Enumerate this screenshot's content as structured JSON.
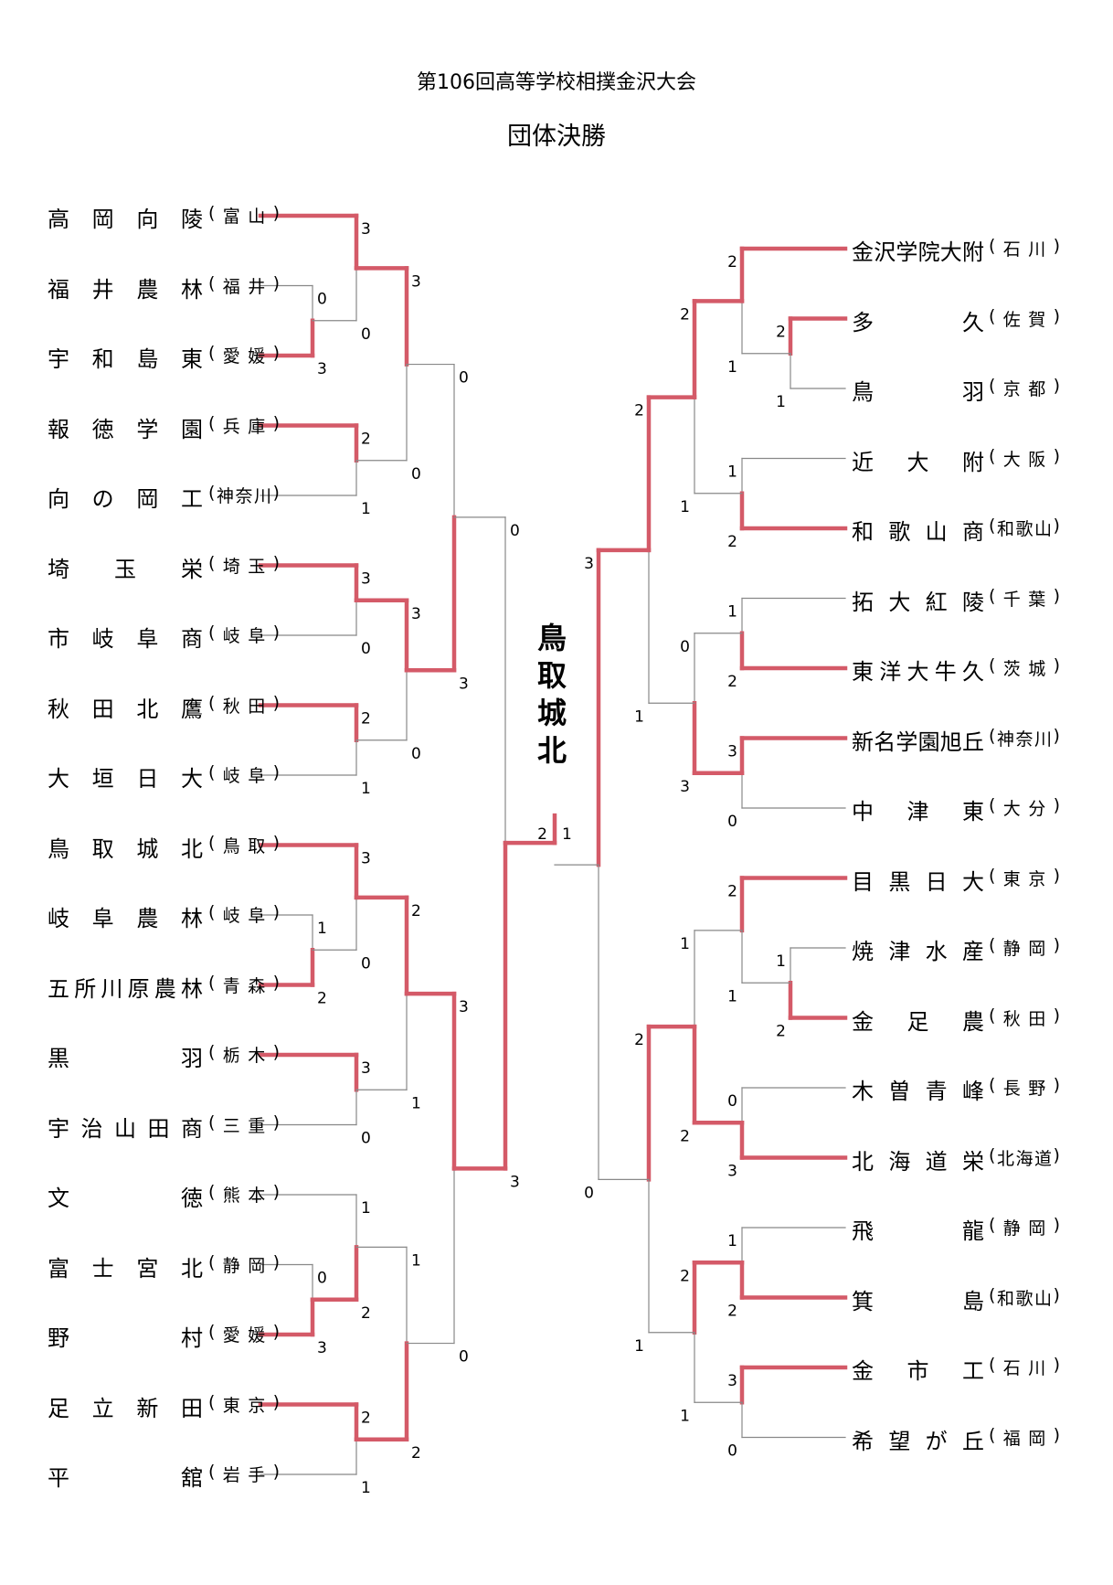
{
  "title": "第106回高等学校相撲金沢大会",
  "subtitle": "団体決勝",
  "champion": "鳥取城北",
  "colors": {
    "winner": "#d45a68",
    "loser": "#888888"
  },
  "left_entries": [
    {
      "name": "高岡向陵",
      "pref": "富山"
    },
    {
      "name": "福井農林",
      "pref": "福井"
    },
    {
      "name": "宇和島東",
      "pref": "愛媛"
    },
    {
      "name": "報徳学園",
      "pref": "兵庫"
    },
    {
      "name": "向の岡工",
      "pref": "神奈川"
    },
    {
      "name": "埼玉栄",
      "pref": "埼玉"
    },
    {
      "name": "市岐阜商",
      "pref": "岐阜"
    },
    {
      "name": "秋田北鷹",
      "pref": "秋田"
    },
    {
      "name": "大垣日大",
      "pref": "岐阜"
    },
    {
      "name": "鳥取城北",
      "pref": "鳥取"
    },
    {
      "name": "岐阜農林",
      "pref": "岐阜"
    },
    {
      "name": "五所川原農林",
      "pref": "青森"
    },
    {
      "name": "黒羽",
      "pref": "栃木"
    },
    {
      "name": "宇治山田商",
      "pref": "三重"
    },
    {
      "name": "文徳",
      "pref": "熊本"
    },
    {
      "name": "富士宮北",
      "pref": "静岡"
    },
    {
      "name": "野村",
      "pref": "愛媛"
    },
    {
      "name": "足立新田",
      "pref": "東京"
    },
    {
      "name": "平舘",
      "pref": "岩手"
    }
  ],
  "right_entries": [
    {
      "name": "金沢学院大附",
      "pref": "石川"
    },
    {
      "name": "多久",
      "pref": "佐賀"
    },
    {
      "name": "鳥羽",
      "pref": "京都"
    },
    {
      "name": "近大附",
      "pref": "大阪"
    },
    {
      "name": "和歌山商",
      "pref": "和歌山"
    },
    {
      "name": "拓大紅陵",
      "pref": "千葉"
    },
    {
      "name": "東洋大牛久",
      "pref": "茨城"
    },
    {
      "name": "新名学園旭丘",
      "pref": "神奈川"
    },
    {
      "name": "中津東",
      "pref": "大分"
    },
    {
      "name": "目黒日大",
      "pref": "東京"
    },
    {
      "name": "焼津水産",
      "pref": "静岡"
    },
    {
      "name": "金足農",
      "pref": "秋田"
    },
    {
      "name": "木曽青峰",
      "pref": "長野"
    },
    {
      "name": "北海道栄",
      "pref": "北海道"
    },
    {
      "name": "飛龍",
      "pref": "静岡"
    },
    {
      "name": "箕島",
      "pref": "和歌山"
    },
    {
      "name": "金市工",
      "pref": "石川"
    },
    {
      "name": "希望が丘",
      "pref": "福岡"
    }
  ],
  "scores": {
    "left": {
      "r0": [
        {
          "top": "0",
          "bottom": "3"
        },
        {
          "top": "1",
          "bottom": "2"
        },
        {
          "top": "0",
          "bottom": "3"
        }
      ],
      "r1": [
        {
          "top": "3",
          "bottom": "0"
        },
        {
          "top": "2",
          "bottom": "1"
        },
        {
          "top": "3",
          "bottom": "0"
        },
        {
          "top": "2",
          "bottom": "1"
        },
        {
          "top": "3",
          "bottom": "0"
        },
        {
          "top": "3",
          "bottom": "0"
        },
        {
          "top": "1",
          "bottom": "2"
        },
        {
          "top": "2",
          "bottom": "1"
        }
      ],
      "r2": [
        {
          "top": "3",
          "bottom": "0"
        },
        {
          "top": "3",
          "bottom": "0"
        },
        {
          "top": "2",
          "bottom": "1"
        },
        {
          "top": "1",
          "bottom": "2"
        }
      ],
      "r3": [
        {
          "top": "0",
          "bottom": "3"
        },
        {
          "top": "3",
          "bottom": "0"
        }
      ],
      "r4": [
        {
          "top": "0",
          "bottom": "3"
        }
      ]
    },
    "right": {
      "r0": [
        {
          "top": "2",
          "bottom": "1"
        },
        {
          "top": "1",
          "bottom": "2"
        }
      ],
      "r1": [
        {
          "top": "2",
          "bottom": "1"
        },
        {
          "top": "1",
          "bottom": "2"
        },
        {
          "top": "1",
          "bottom": "2"
        },
        {
          "top": "3",
          "bottom": "0"
        },
        {
          "top": "2",
          "bottom": "1"
        },
        {
          "top": "0",
          "bottom": "3"
        },
        {
          "top": "1",
          "bottom": "2"
        },
        {
          "top": "3",
          "bottom": "0"
        }
      ],
      "r2": [
        {
          "top": "2",
          "bottom": "1"
        },
        {
          "top": "0",
          "bottom": "3"
        },
        {
          "top": "1",
          "bottom": "2"
        },
        {
          "top": "2",
          "bottom": "1"
        }
      ],
      "r3": [
        {
          "top": "2",
          "bottom": "1"
        },
        {
          "top": "2",
          "bottom": "1"
        }
      ],
      "r4": [
        {
          "top": "3",
          "bottom": "0"
        }
      ]
    },
    "final": {
      "left": "2",
      "right": "1"
    }
  }
}
